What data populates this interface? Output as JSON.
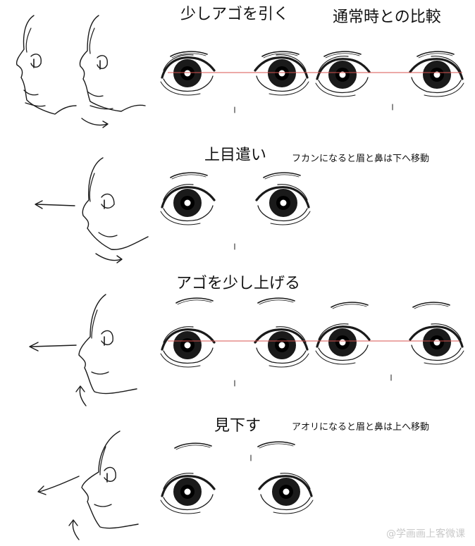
{
  "sections": [
    {
      "id": "chin-down",
      "title": "少しアゴを引く",
      "compare": "通常時との比較",
      "note": ""
    },
    {
      "id": "upward-glance",
      "title": "上目遣い",
      "compare": "",
      "note": "フカンになると眉と鼻は下へ移動"
    },
    {
      "id": "chin-up",
      "title": "アゴを少し上げる",
      "compare": "",
      "note": ""
    },
    {
      "id": "look-down",
      "title": "見下す",
      "compare": "",
      "note": "アオリになると眉と鼻は上へ移動"
    }
  ],
  "watermark": "@学画画上客微课",
  "colors": {
    "guide_line": "#d9534f",
    "ink": "#1a1a1a"
  }
}
